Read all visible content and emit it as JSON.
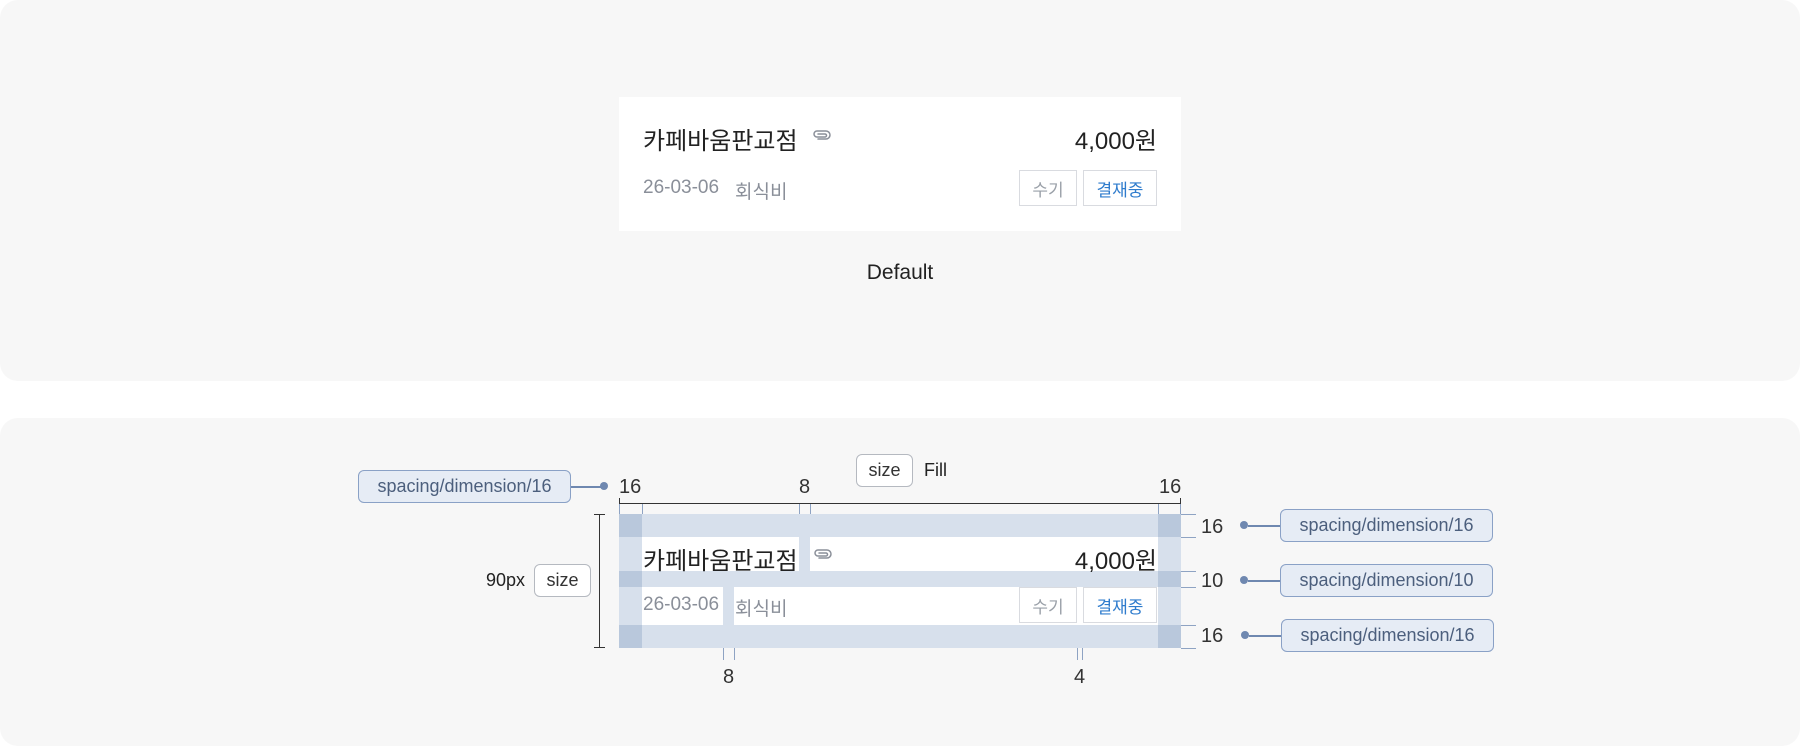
{
  "default_card": {
    "merchant": "카페바움판교점",
    "amount": "4,000원",
    "date": "26-03-06",
    "category": "회식비",
    "tag_manual": "수기",
    "tag_status": "결재중",
    "attachment_icon": "paperclip-icon"
  },
  "variant_label": "Default",
  "spec": {
    "merchant": "카페바움판교점",
    "amount": "4,000원",
    "date": "26-03-06",
    "category": "회식비",
    "tag_manual": "수기",
    "tag_status": "결재중",
    "size_chip": "size",
    "width_value": "Fill",
    "height_value": "90px",
    "top_numbers": {
      "left": "16",
      "middle": "8",
      "right": "16"
    },
    "bottom_numbers": {
      "left": "8",
      "right": "4"
    },
    "right_numbers": {
      "top": "16",
      "middle": "10",
      "bottom": "16"
    },
    "tokens": {
      "left": "spacing/dimension/16",
      "right_top": "spacing/dimension/16",
      "right_middle": "spacing/dimension/10",
      "right_bottom": "spacing/dimension/16"
    }
  },
  "colors": {
    "panel": "#f7f7f7",
    "accent": "#2f7ccd",
    "muted": "#8a8f99",
    "token_chip": "#e6ecf5"
  }
}
